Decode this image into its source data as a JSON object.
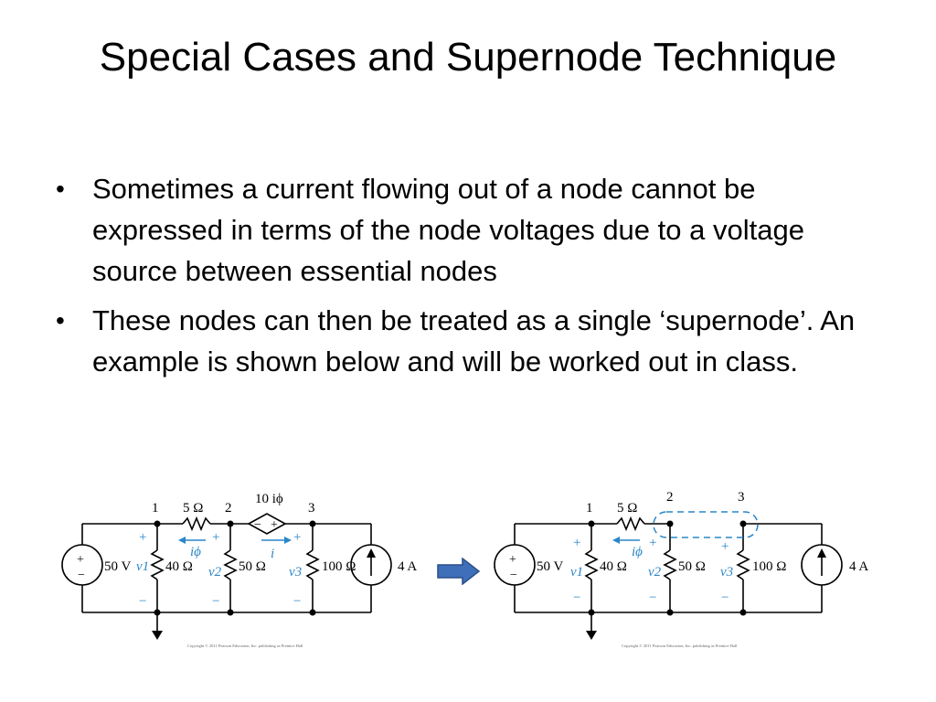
{
  "title": "Special Cases and Supernode Technique",
  "bullets": [
    "Sometimes a current flowing out of a node cannot be expressed in terms of the node voltages due to a voltage source between essential nodes",
    "These nodes can then be treated as a single ‘supernode’. An example is shown below and will be worked out in class."
  ],
  "circuit_left": {
    "node1": "1",
    "node2": "2",
    "node3": "3",
    "r5": "5 Ω",
    "dep_source": "10 iϕ",
    "vsrc": "50 V",
    "r40": "40 Ω",
    "r50": "50 Ω",
    "r100": "100 Ω",
    "isrc": "4 A",
    "v1": "v1",
    "v2": "v2",
    "v3": "v3",
    "iphi": "iϕ",
    "i": "i",
    "plus": "+",
    "minus": "−",
    "copyright": "Copyright © 2011 Pearson Education, Inc. publishing as Prentice Hall"
  },
  "circuit_right": {
    "node1": "1",
    "node2": "2",
    "node3": "3",
    "r5": "5 Ω",
    "vsrc": "50 V",
    "r40": "40 Ω",
    "r50": "50 Ω",
    "r100": "100 Ω",
    "isrc": "4 A",
    "v1": "v1",
    "v2": "v2",
    "v3": "v3",
    "iphi": "iϕ",
    "plus": "+",
    "minus": "−",
    "copyright": "Copyright © 2011 Pearson Education, Inc. publishing as Prentice Hall"
  },
  "colors": {
    "accent_blue": "#2a86c8",
    "arrow_fill": "#3e6fb8",
    "arrow_stroke": "#2a4f8a"
  }
}
